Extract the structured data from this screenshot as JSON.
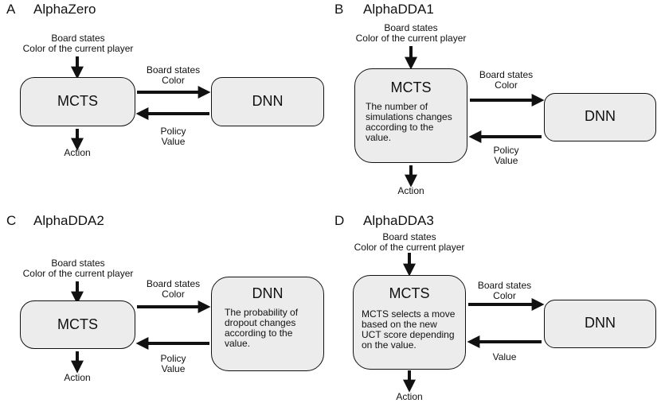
{
  "panels": [
    {
      "letter": "A",
      "title": "AlphaZero",
      "input_label": [
        "Board states",
        "Color of the current player"
      ],
      "mcts": {
        "title": "MCTS",
        "desc": []
      },
      "dnn": {
        "title": "DNN",
        "desc": []
      },
      "to_dnn_label": [
        "Board states",
        "Color"
      ],
      "to_mcts_label": [
        "Policy",
        "Value"
      ],
      "output_label": "Action"
    },
    {
      "letter": "B",
      "title": "AlphaDDA1",
      "input_label": [
        "Board states",
        "Color of the current player"
      ],
      "mcts": {
        "title": "MCTS",
        "desc": [
          "The number of",
          "simulations changes",
          "according to the",
          "value."
        ]
      },
      "dnn": {
        "title": "DNN",
        "desc": []
      },
      "to_dnn_label": [
        "Board states",
        "Color"
      ],
      "to_mcts_label": [
        "Policy",
        "Value"
      ],
      "output_label": "Action"
    },
    {
      "letter": "C",
      "title": "AlphaDDA2",
      "input_label": [
        "Board states",
        "Color of the current player"
      ],
      "mcts": {
        "title": "MCTS",
        "desc": []
      },
      "dnn": {
        "title": "DNN",
        "desc": [
          "The probability of",
          "dropout changes",
          "according to the",
          "value."
        ]
      },
      "to_dnn_label": [
        "Board states",
        "Color"
      ],
      "to_mcts_label": [
        "Policy",
        "Value"
      ],
      "output_label": "Action"
    },
    {
      "letter": "D",
      "title": "AlphaDDA3",
      "input_label": [
        "Board states",
        "Color of the current player"
      ],
      "mcts": {
        "title": "MCTS",
        "desc": [
          "MCTS selects a move",
          "based on the new",
          "UCT score depending",
          "on the value."
        ]
      },
      "dnn": {
        "title": "DNN",
        "desc": []
      },
      "to_dnn_label": [
        "Board states",
        "Color"
      ],
      "to_mcts_label": [
        "Value"
      ],
      "output_label": "Action"
    }
  ]
}
